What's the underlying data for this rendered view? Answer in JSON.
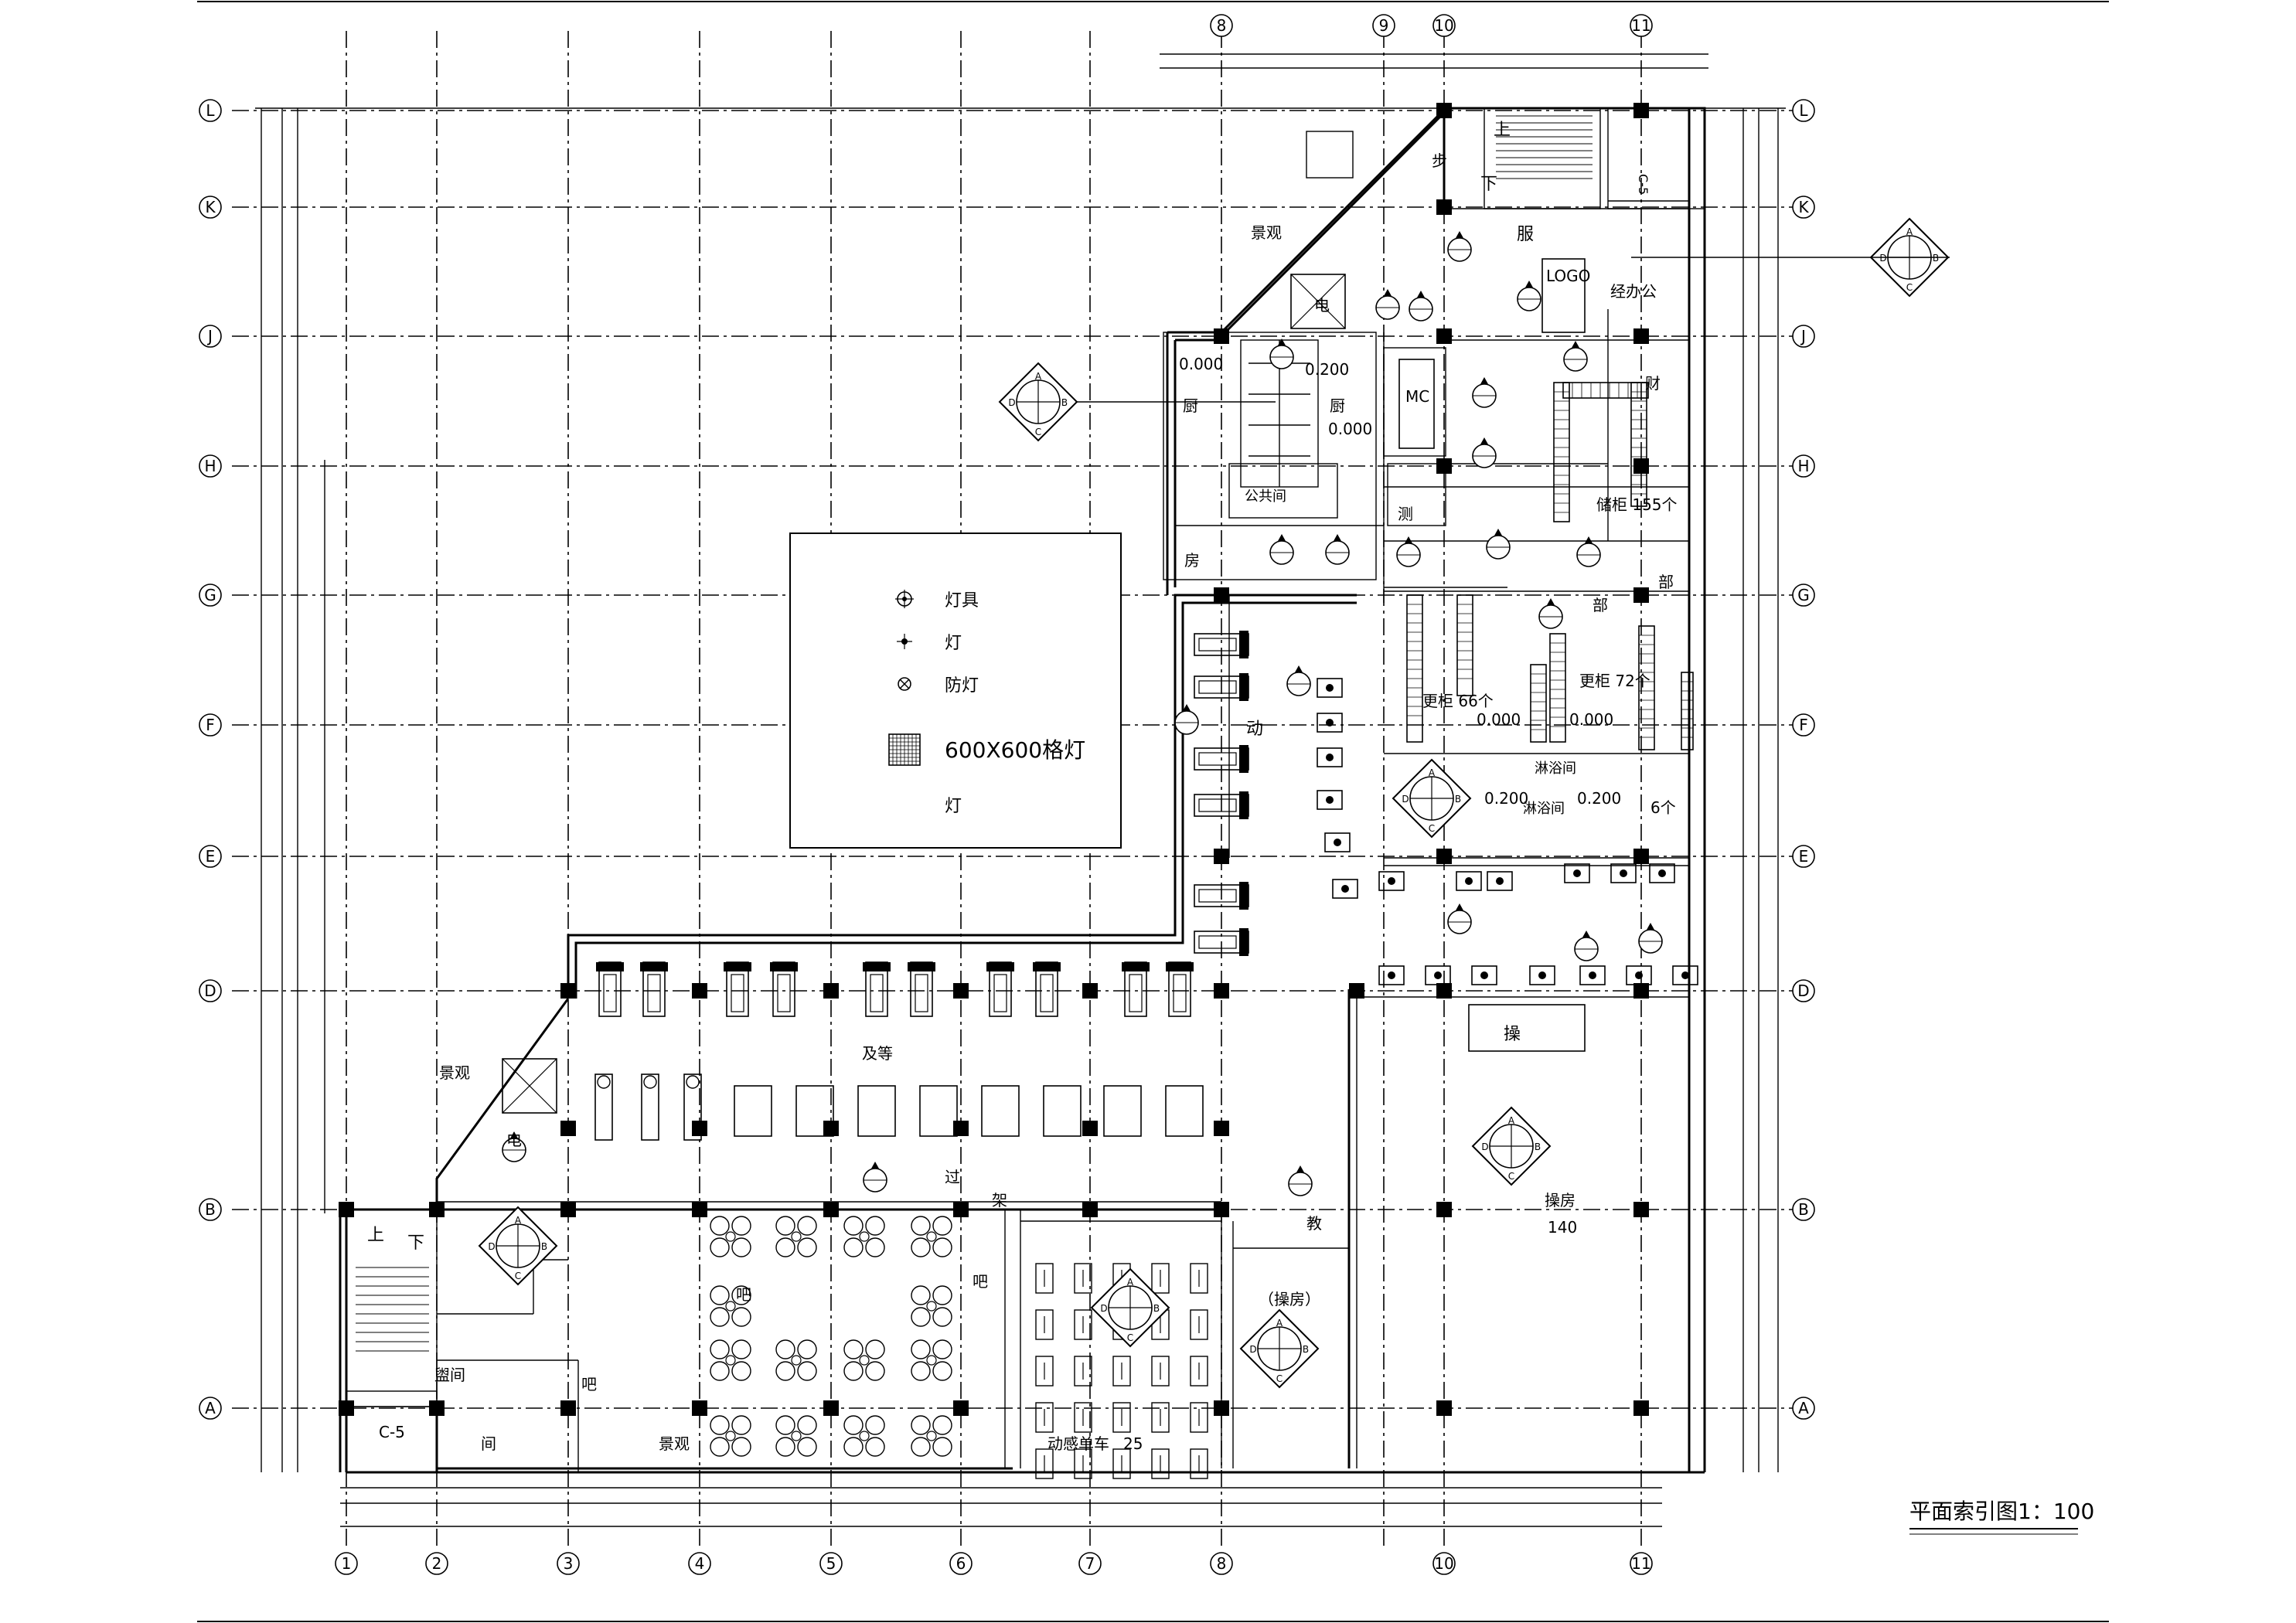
{
  "title": "平面索引图1：100",
  "top_axes": [
    "8",
    "9",
    "10",
    "11"
  ],
  "bottom_axes": [
    "1",
    "2",
    "3",
    "4",
    "5",
    "6",
    "7",
    "8",
    "10",
    "11"
  ],
  "row_axes": [
    "L",
    "K",
    "J",
    "H",
    "G",
    "F",
    "E",
    "D",
    "B",
    "A"
  ],
  "legend": {
    "items": [
      {
        "symbol": "downlight-icon",
        "label": "灯具"
      },
      {
        "symbol": "spot-icon",
        "label": "灯"
      },
      {
        "symbol": "proof-lamp-icon",
        "label": "防灯"
      },
      {
        "symbol": "grid-lamp-icon",
        "label": "600X600格灯"
      },
      {
        "symbol": "",
        "label": "灯"
      }
    ]
  },
  "rooms": {
    "landscape_top": "景观",
    "service": "服",
    "logo": "LOGO",
    "office": "经办公",
    "finance": "财",
    "kitchen": "厨",
    "kitchen2": "厨",
    "elevator_top": "电",
    "elevator_mid": "电",
    "mc": "MC",
    "toilet": "测",
    "public": "公共间",
    "storage_room": "房",
    "locker_155": "储柜 155个",
    "dept": "部",
    "dept2": "部",
    "locker_66": "更柜 66个",
    "locker_72": "更柜 72个",
    "shower": "淋浴间",
    "shower2": "淋浴间",
    "six": "6个",
    "motion": "动",
    "waiting": "及等",
    "landscape_left": "景观",
    "bar": "吧",
    "bar_right": "吧",
    "bar_small": "吧",
    "corridor": "过",
    "rack": "架",
    "teach": "教",
    "studio_paren": "（操房）",
    "studio": "操房",
    "studio_area": "140",
    "op": "操",
    "spin": "动感单车",
    "spin_area": "25",
    "wash": "盥间",
    "stair_up_left": "上",
    "stair_down_left": "下",
    "stair_up_top": "上",
    "stair_down_top": "下",
    "step": "步",
    "c5_left": "C-5",
    "c5_top": "C-5",
    "jian": "间",
    "landscape_bottom": "景观"
  },
  "levels": [
    "0.000",
    "0.200",
    "0.000",
    "0.000",
    "0.000",
    "0.200",
    "0.200"
  ]
}
